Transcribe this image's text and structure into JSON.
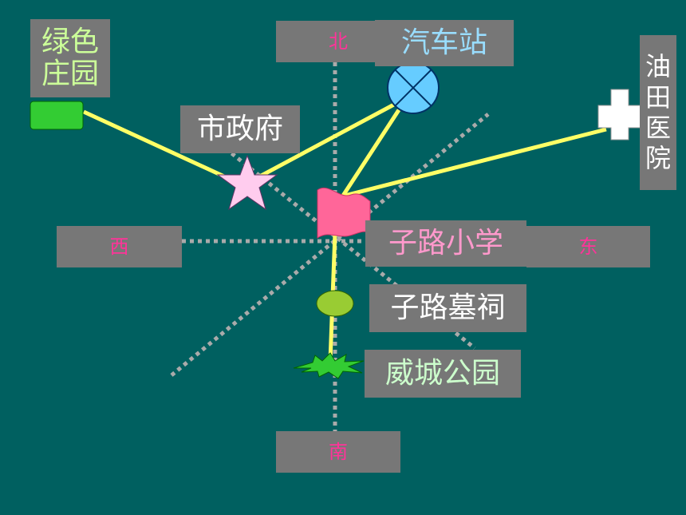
{
  "directions": {
    "north": "北",
    "south": "南",
    "east": "东",
    "west": "西"
  },
  "places": {
    "green_manor_line1": "绿色",
    "green_manor_line2": "庄园",
    "bus_station": "汽车站",
    "city_hall": "市政府",
    "oilfield_hospital": "油田医院",
    "zilu_school": "子路小学",
    "zilu_shrine": "子路墓祠",
    "weicheng_park": "威城公园"
  },
  "colors": {
    "background": "#006060",
    "label_box": "#777777",
    "route": "#ffff66",
    "compass_dots": "#aaaaaa",
    "direction_text": "#ff3399"
  },
  "icons": {
    "green_manor": "green-rectangle-icon",
    "bus_station": "crossed-circle-icon",
    "city_hall": "star-icon",
    "oilfield_hospital": "cross-icon",
    "zilu_school": "flag-icon",
    "zilu_shrine": "green-ellipse-icon",
    "weicheng_park": "green-starburst-icon"
  }
}
